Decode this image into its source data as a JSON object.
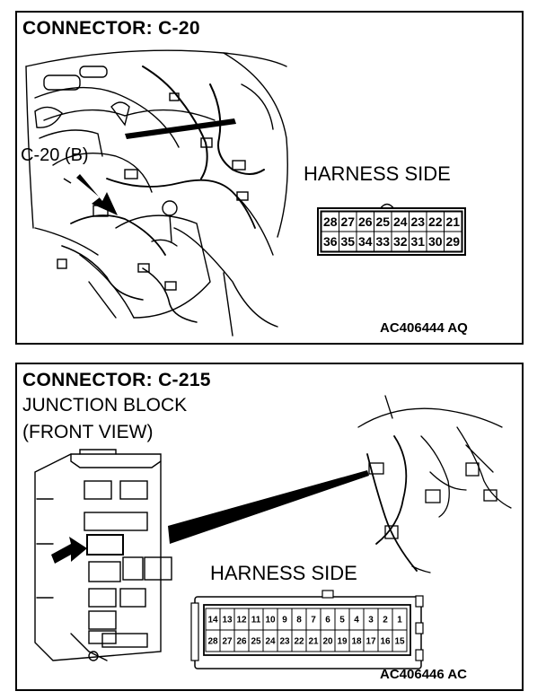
{
  "panel_top": {
    "title": "CONNECTOR: C-20",
    "callout": "C-20 (B)",
    "harness_label": "HARNESS SIDE",
    "pins_row1": [
      "28",
      "27",
      "26",
      "25",
      "24",
      "23",
      "22",
      "21"
    ],
    "pins_row2": [
      "36",
      "35",
      "34",
      "33",
      "32",
      "31",
      "30",
      "29"
    ],
    "code": "AC406444 AQ"
  },
  "panel_bottom": {
    "title": "CONNECTOR: C-215",
    "subtitle_line1": "JUNCTION BLOCK",
    "subtitle_line2": "(FRONT VIEW)",
    "harness_label": "HARNESS SIDE",
    "pins_row1": [
      "14",
      "13",
      "12",
      "11",
      "10",
      "9",
      "8",
      "7",
      "6",
      "5",
      "4",
      "3",
      "2",
      "1"
    ],
    "pins_row2": [
      "28",
      "27",
      "26",
      "25",
      "24",
      "23",
      "22",
      "21",
      "20",
      "19",
      "18",
      "17",
      "16",
      "15"
    ],
    "code": "AC406446 AC"
  }
}
